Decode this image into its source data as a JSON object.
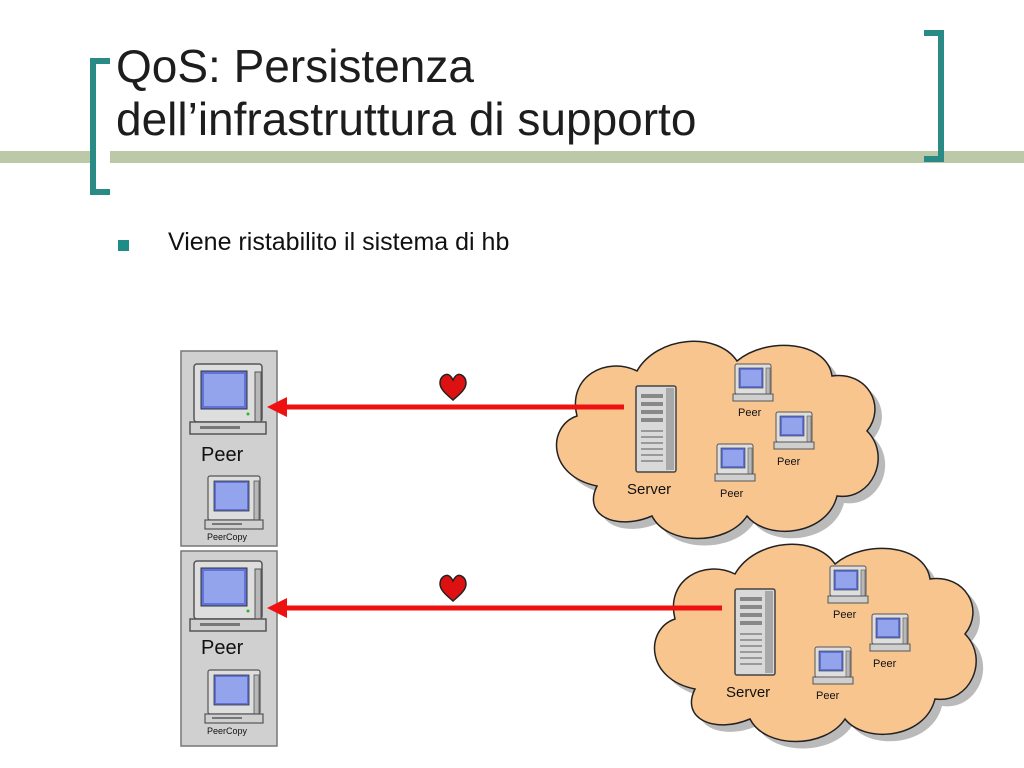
{
  "slide": {
    "title_line1": "QoS: Persistenza",
    "title_line2": "dell’infrastruttura di supporto",
    "bullet": "Viene ristabilito il sistema di hb"
  },
  "diagram": {
    "peer_label": "Peer",
    "peercopy_label": "PeerCopy",
    "server_label": "Server",
    "cloud_peer_label": "Peer",
    "colors": {
      "arrow": "#ee1111",
      "heart": "#dd1111",
      "cloud_fill": "#f9c58f",
      "accent": "#2a8a86"
    }
  }
}
